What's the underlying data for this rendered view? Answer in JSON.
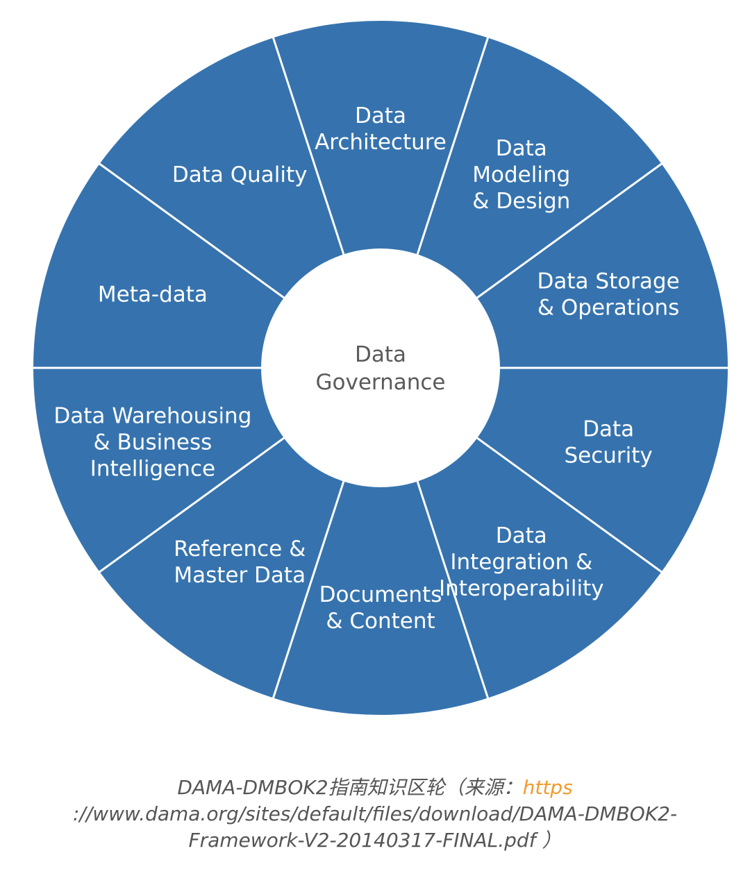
{
  "diagram": {
    "center": {
      "lines": [
        "Data",
        "Governance"
      ]
    },
    "segments": [
      {
        "name": "segment-data-architecture",
        "lines": [
          "Data",
          "Architecture"
        ]
      },
      {
        "name": "segment-data-modeling-design",
        "lines": [
          "Data",
          "Modeling",
          "& Design"
        ]
      },
      {
        "name": "segment-data-storage-operations",
        "lines": [
          "Data Storage",
          "& Operations"
        ]
      },
      {
        "name": "segment-data-security",
        "lines": [
          "Data",
          "Security"
        ]
      },
      {
        "name": "segment-data-integration-interoperability",
        "lines": [
          "Data",
          "Integration &",
          "Interoperability"
        ]
      },
      {
        "name": "segment-documents-content",
        "lines": [
          "Documents",
          "& Content"
        ]
      },
      {
        "name": "segment-reference-master-data",
        "lines": [
          "Reference &",
          "Master Data"
        ]
      },
      {
        "name": "segment-data-warehousing-bi",
        "lines": [
          "Data Warehousing",
          "& Business",
          "Intelligence"
        ]
      },
      {
        "name": "segment-meta-data",
        "lines": [
          "Meta-data"
        ]
      },
      {
        "name": "segment-data-quality",
        "lines": [
          "Data Quality"
        ]
      }
    ],
    "colors": {
      "segment_fill": "#3673ae",
      "divider": "#ffffff",
      "center_fill": "#ffffff",
      "center_text": "#5a5a5a"
    }
  },
  "caption": {
    "prefix": "DAMA-DMBOK2指南知识区轮（来源：",
    "link_start": "https",
    "link_rest": "://www.dama.org/sites/default/files/download/DAMA-DMBOK2-Framework-V2-20140317-FINAL.pdf",
    "suffix": "）"
  }
}
